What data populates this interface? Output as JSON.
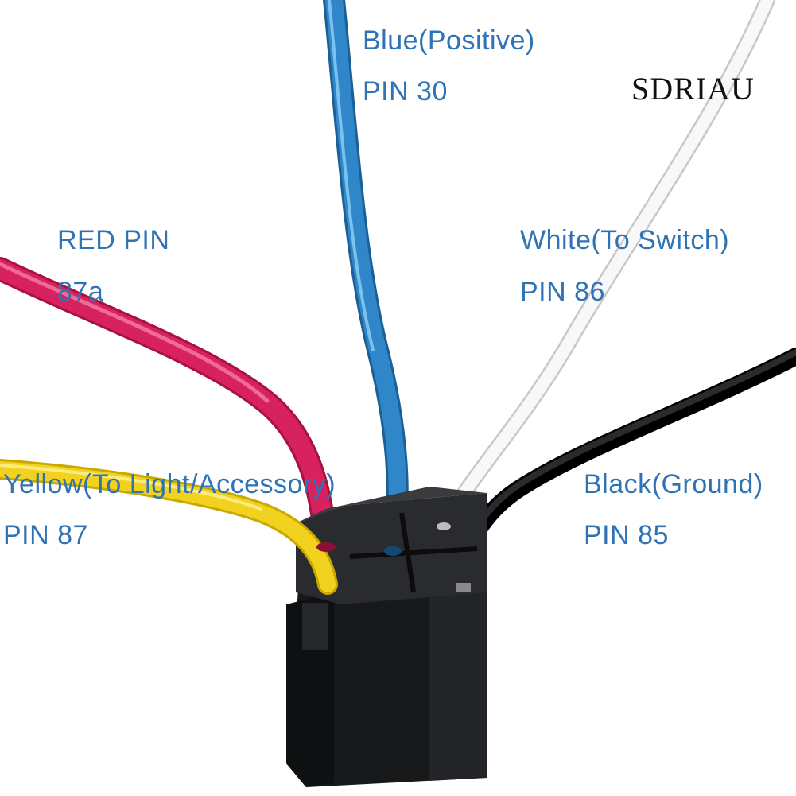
{
  "brand": "SDRIAU",
  "colors": {
    "label": "#2f73b5",
    "brand": "#111111",
    "wire_blue": "#2f86c8",
    "wire_red": "#d7225f",
    "wire_yellow": "#f2d21f",
    "wire_white": "#f8f8f8",
    "wire_black": "#141414",
    "housing": "#1c1d1f"
  },
  "wires": [
    {
      "name": "Blue(Positive)",
      "pin": "PIN 30",
      "color": "wire_blue"
    },
    {
      "name": "RED PIN",
      "pin": "87a",
      "color": "wire_red"
    },
    {
      "name": "White(To Switch)",
      "pin": "PIN 86",
      "color": "wire_white"
    },
    {
      "name": "Yellow(To Light/Accessory)",
      "pin": "PIN 87",
      "color": "wire_yellow"
    },
    {
      "name": "Black(Ground)",
      "pin": "PIN 85",
      "color": "wire_black"
    }
  ]
}
